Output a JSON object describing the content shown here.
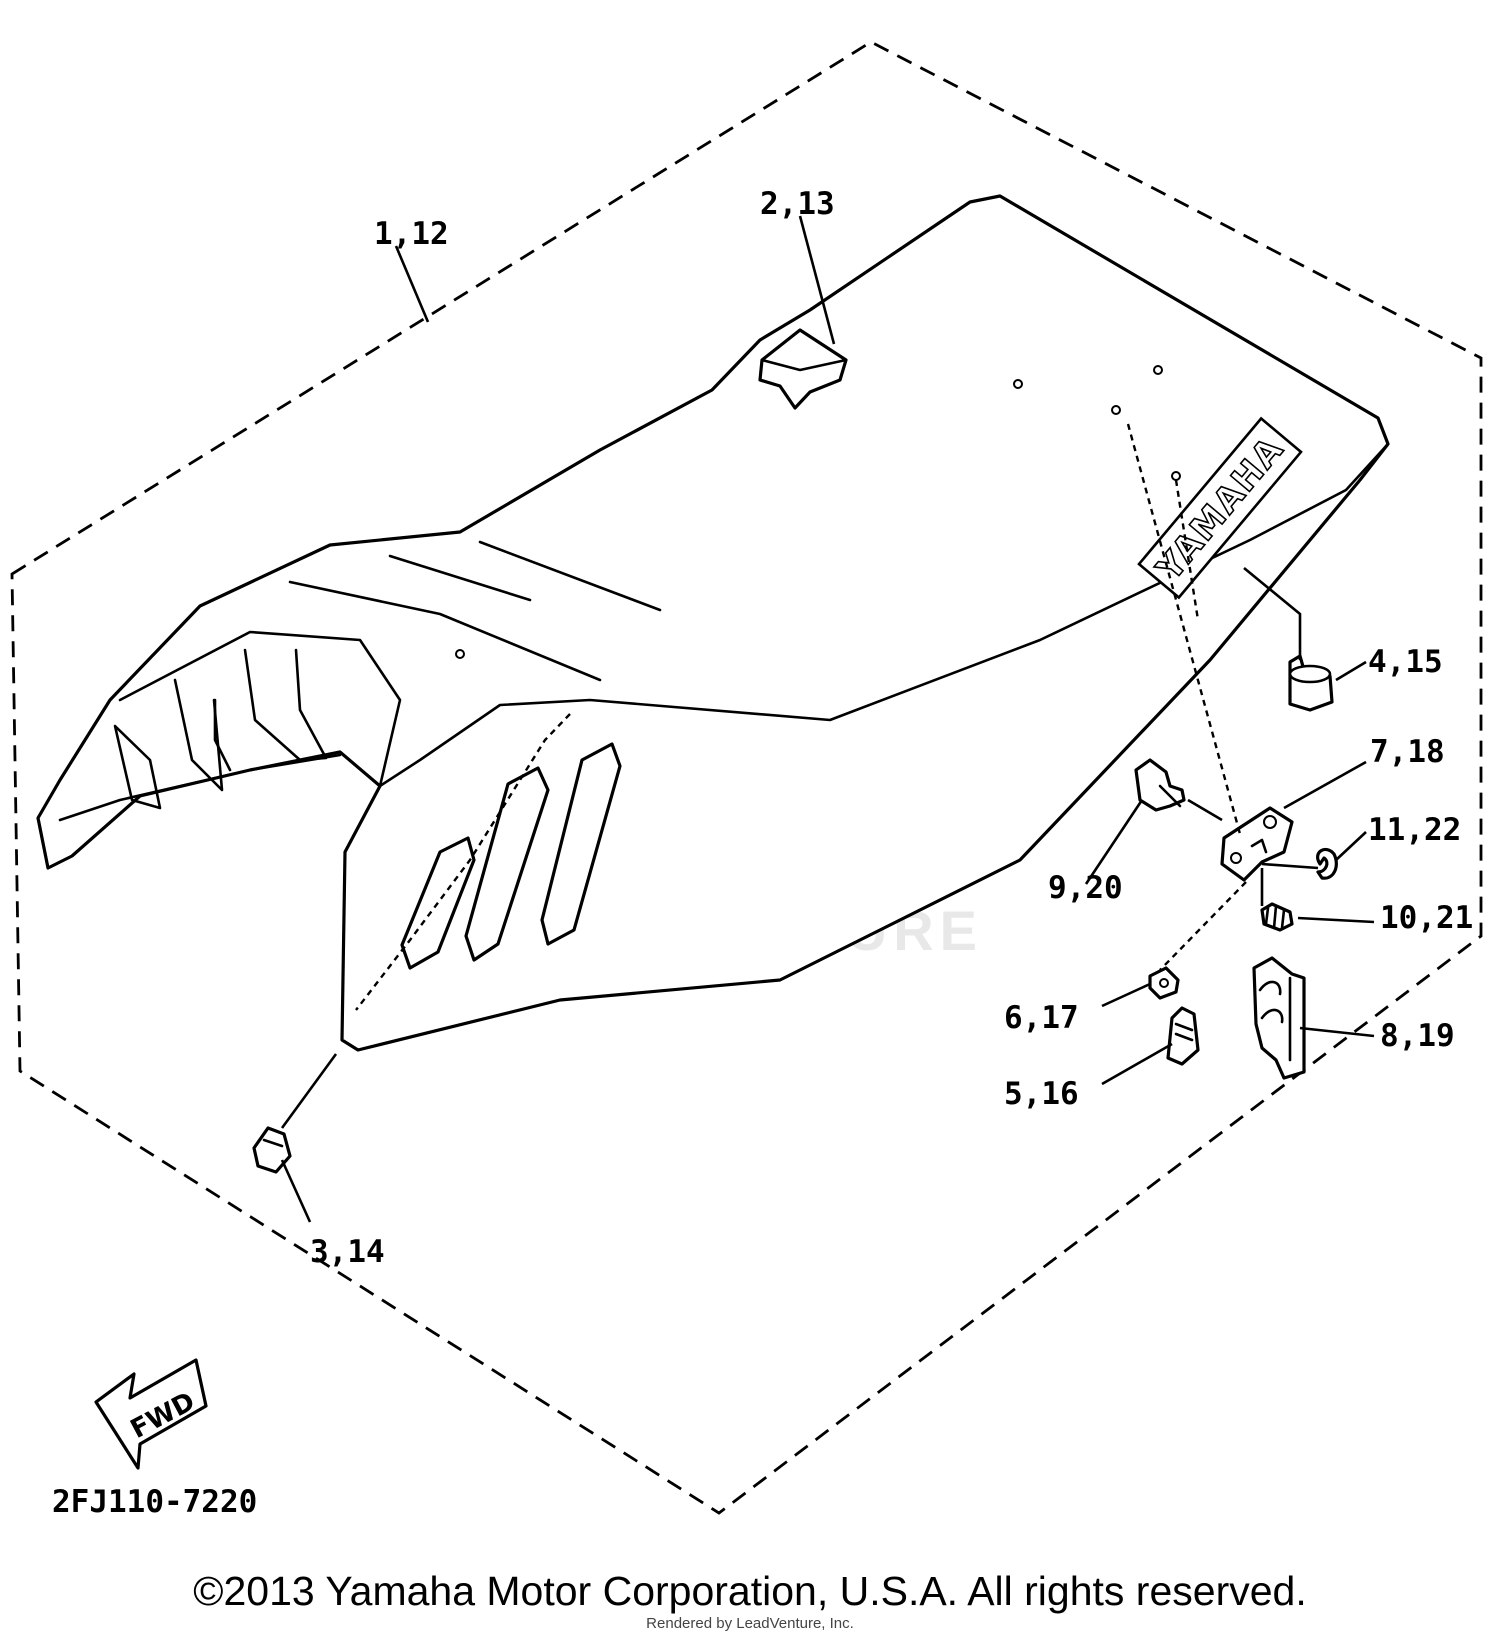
{
  "callouts": {
    "c1": "1,12",
    "c2": "2,13",
    "c3": "3,14",
    "c4": "4,15",
    "c5": "5,16",
    "c6": "6,17",
    "c7": "7,18",
    "c8": "8,19",
    "c9": "9,20",
    "c10": "10,21",
    "c11": "11,22"
  },
  "seat_logo": "YAMAHA",
  "fwd_label": "FWD",
  "diagram_code": "2FJ110-7220",
  "watermark": "LEADVENTURE",
  "copyright": "©2013 Yamaha Motor Corporation, U.S.A. All rights reserved.",
  "rendered_by": "Rendered by LeadVenture, Inc."
}
